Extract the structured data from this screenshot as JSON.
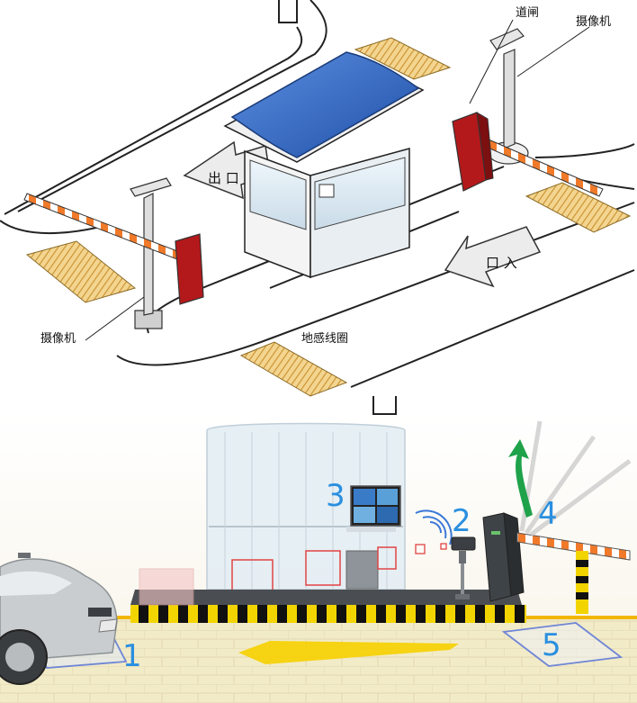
{
  "top_diagram": {
    "labels": {
      "gate": "道闸",
      "camera_right": "摄像机",
      "camera_left": "摄像机",
      "exit": "出 口",
      "entry": "口 入",
      "loop": "地感线圈"
    }
  },
  "bottom_diagram": {
    "numbers": [
      "1",
      "2",
      "3",
      "4",
      "5"
    ]
  },
  "colors": {
    "roof": "#3b6fc9",
    "gate_box": "#b3191b",
    "barrier_stripe": "#f07a2a",
    "loop_hatch": "#d8a443",
    "number_blue": "#2a8fe0",
    "curb_yellow": "#f2d400",
    "arrow_yellow": "#f5d20a"
  }
}
